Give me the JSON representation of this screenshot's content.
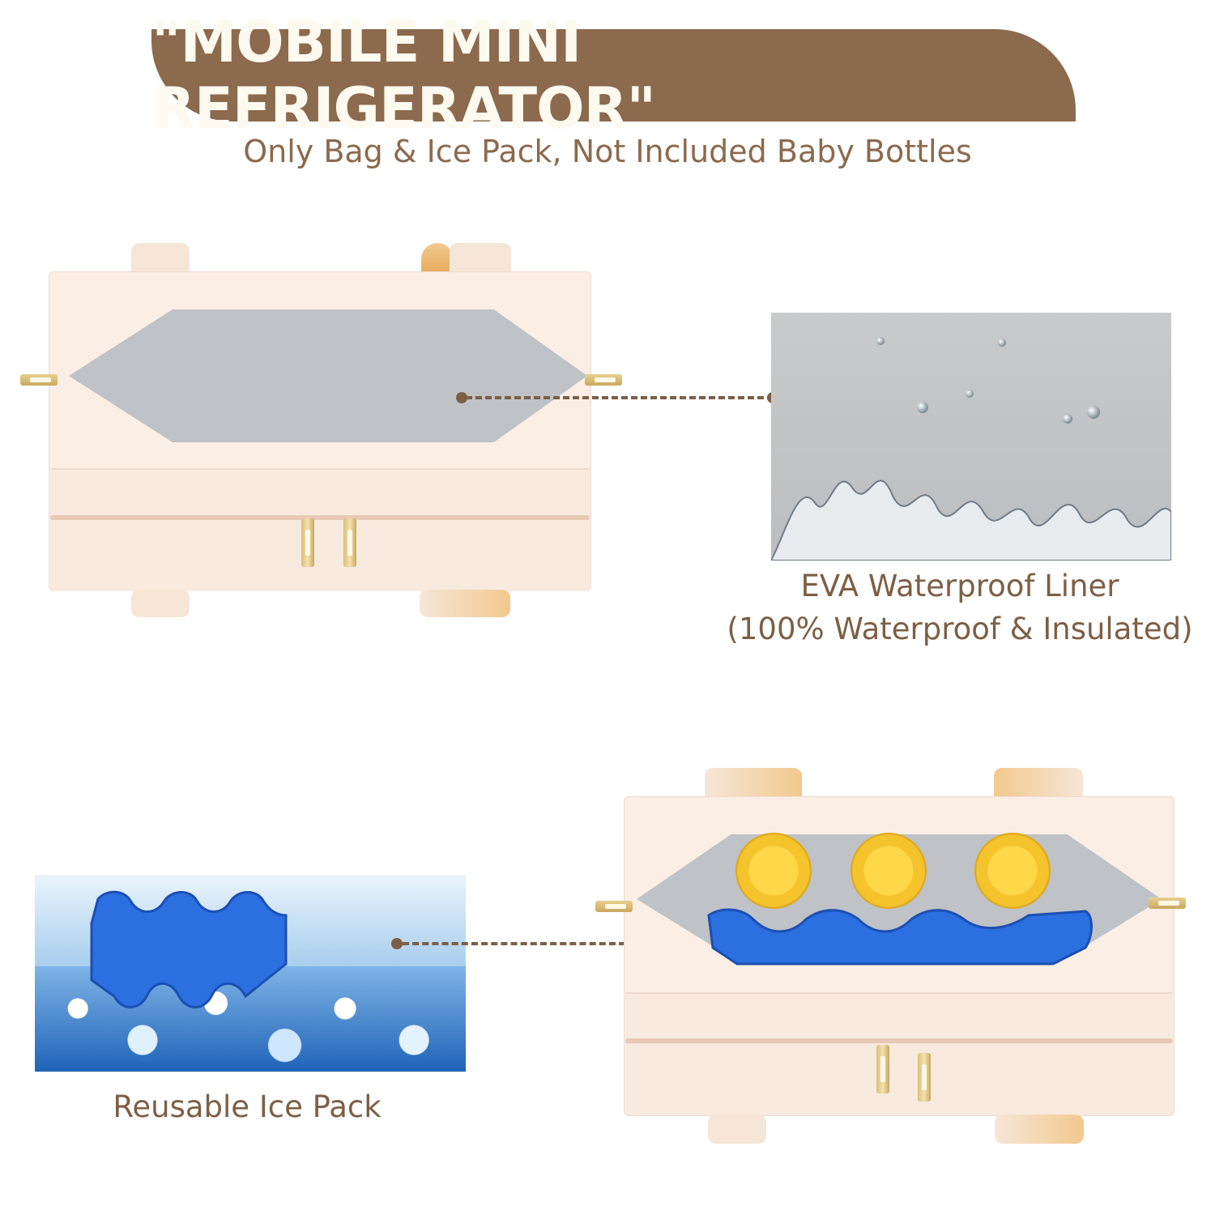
{
  "banner": {
    "title": "\"MOBILE MINI REFRIGERATOR\""
  },
  "subtitle": "Only Bag & Ice Pack, Not Included Baby Bottles",
  "liner_caption": {
    "line1": "EVA Waterproof Liner",
    "line2": "(100% Waterproof & Insulated)"
  },
  "ice_caption": "Reusable Ice Pack",
  "colors": {
    "banner": "#8b6a4e",
    "text": "#7d5f45",
    "bag": "#faeee5",
    "ice_pack": "#2b6fe0",
    "bottle_cap": "#f5c42c"
  }
}
